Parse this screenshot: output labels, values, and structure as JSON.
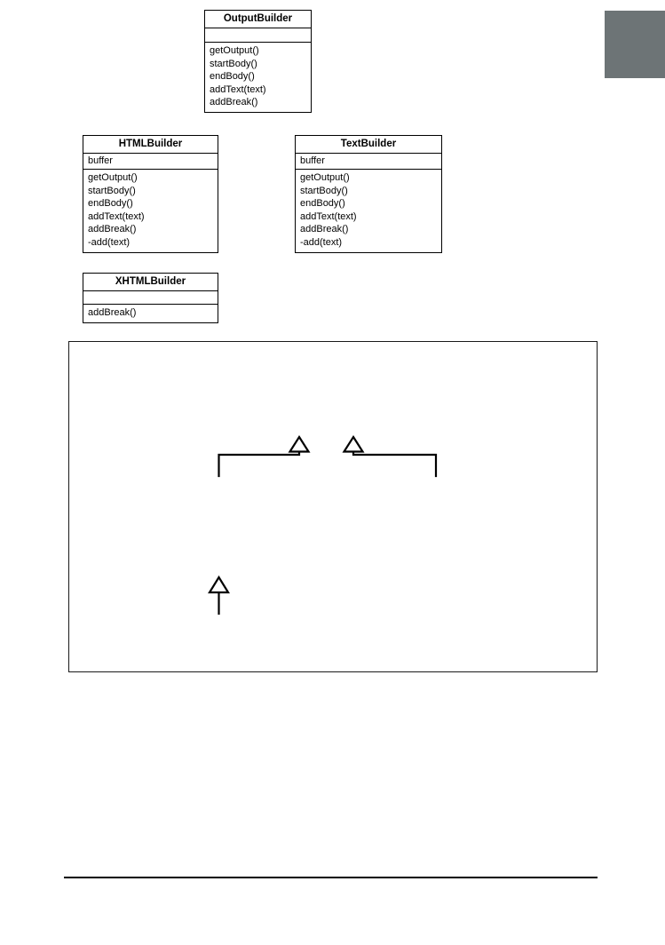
{
  "page": {
    "corner_tab_color": "#6d7476",
    "rule_color": "#000000",
    "frame_color": "#1a1a1a"
  },
  "diagram": {
    "type": "uml-class-diagram",
    "classes": [
      {
        "id": "OutputBuilder",
        "name": "OutputBuilder",
        "attributes": [],
        "operations": [
          "getOutput()",
          "startBody()",
          "endBody()",
          "addText(text)",
          "addBreak()"
        ]
      },
      {
        "id": "HTMLBuilder",
        "name": "HTMLBuilder",
        "attributes": [
          "buffer"
        ],
        "operations": [
          "getOutput()",
          "startBody()",
          "endBody()",
          "addText(text)",
          "addBreak()",
          "-add(text)"
        ]
      },
      {
        "id": "TextBuilder",
        "name": "TextBuilder",
        "attributes": [
          "buffer"
        ],
        "operations": [
          "getOutput()",
          "startBody()",
          "endBody()",
          "addText(text)",
          "addBreak()",
          "-add(text)"
        ]
      },
      {
        "id": "XHTMLBuilder",
        "name": "XHTMLBuilder",
        "attributes": [],
        "operations": [
          "addBreak()"
        ]
      }
    ],
    "relationships": [
      {
        "kind": "generalization",
        "from": "HTMLBuilder",
        "to": "OutputBuilder"
      },
      {
        "kind": "generalization",
        "from": "TextBuilder",
        "to": "OutputBuilder"
      },
      {
        "kind": "generalization",
        "from": "XHTMLBuilder",
        "to": "HTMLBuilder"
      }
    ]
  }
}
